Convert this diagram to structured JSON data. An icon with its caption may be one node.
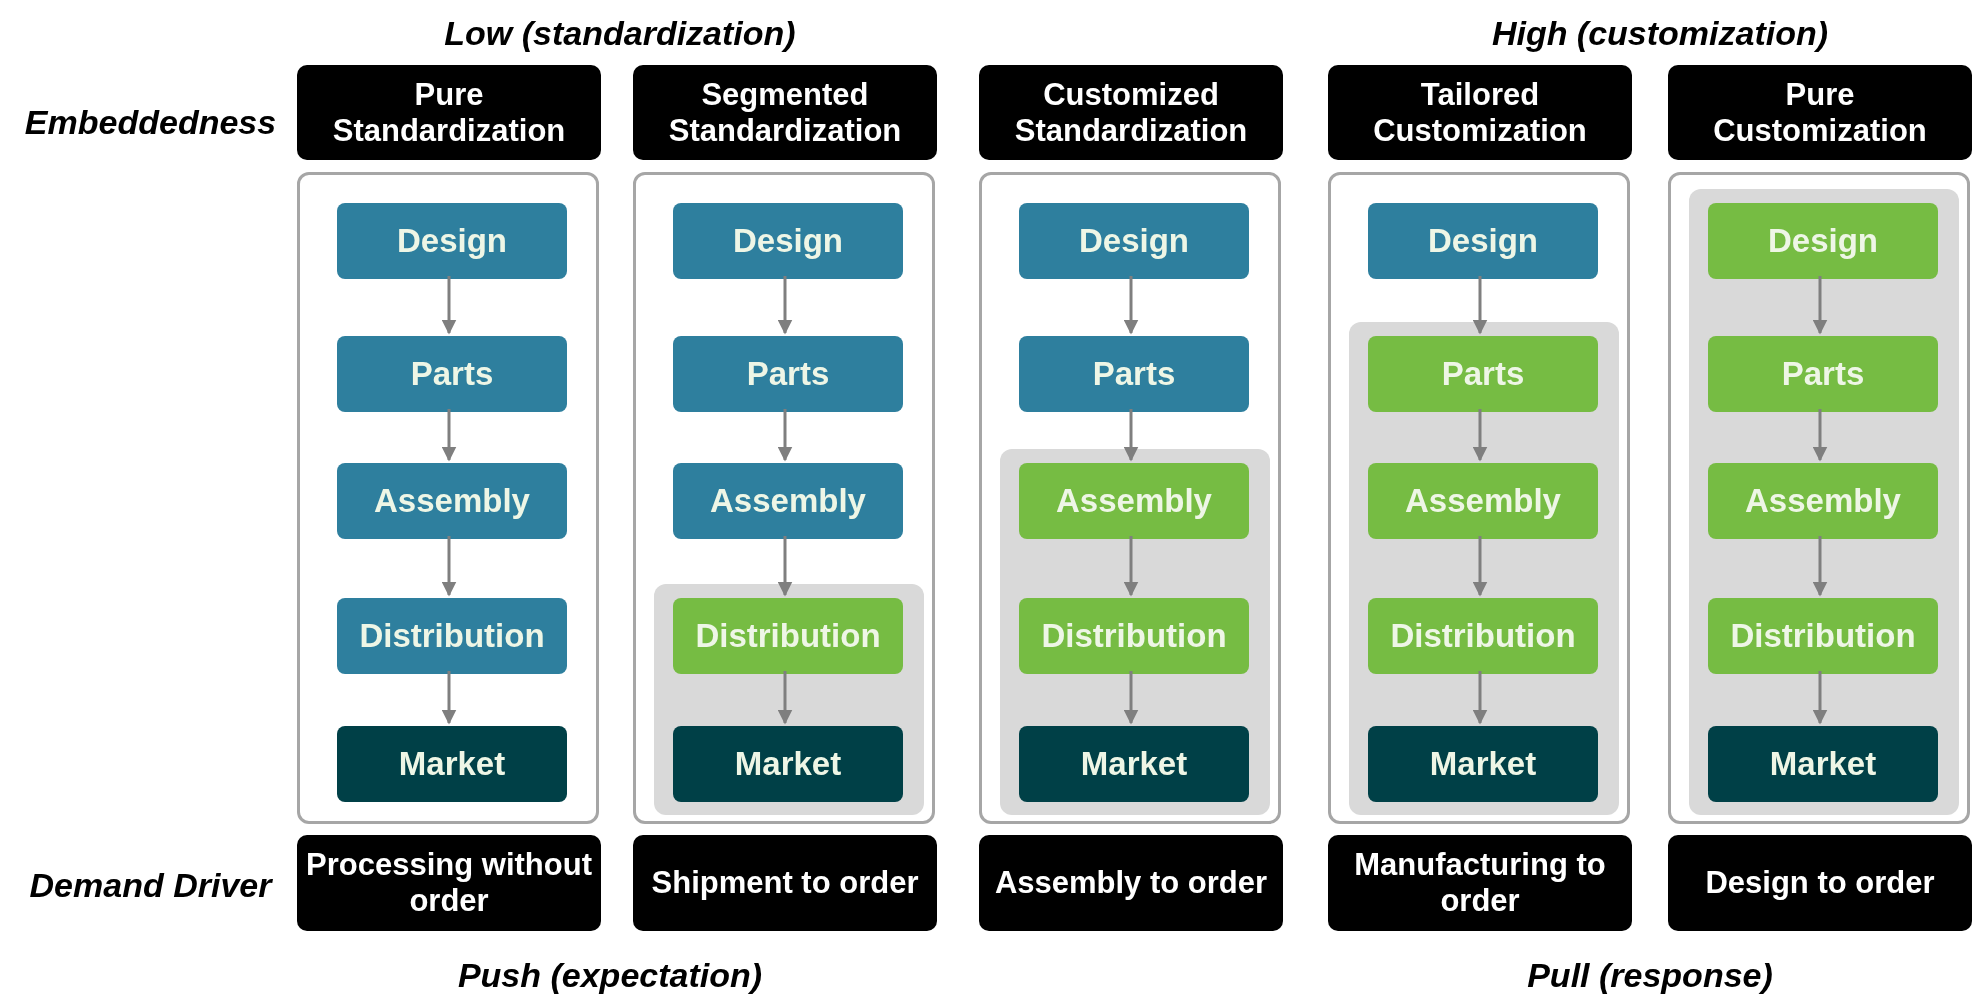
{
  "diagram": {
    "nodes": [
      {
        "text": [
          "Pure Standardization"
        ]
      },
      {
        "text": [],
        "shape": "box"
      },
      {
        "text": [
          "Design"
        ],
        "in": 1
      },
      {
        "text": [
          "Parts"
        ],
        "in": 1
      },
      {
        "text": [
          "Assembly"
        ],
        "in": 1
      },
      {
        "text": [
          "Distribution"
        ],
        "in": 1
      },
      {
        "text": [
          "Market"
        ],
        "in": 1
      },
      {
        "text": [
          "Processing without order"
        ]
      },
      {
        "text": [
          "Segmented Standardization"
        ]
      },
      {
        "text": [],
        "shape": "box"
      },
      {
        "text": [],
        "shape": "box",
        "in": 9
      },
      {
        "text": [
          "Design"
        ],
        "in": 9
      },
      {
        "text": [
          "Parts"
        ],
        "in": 9
      },
      {
        "text": [
          "Assembly"
        ],
        "in": 9
      },
      {
        "text": [
          "Distribution"
        ],
        "in": 10
      },
      {
        "text": [
          "Market"
        ],
        "in": 10
      },
      {
        "text": [
          "Shipment to order"
        ]
      },
      {
        "text": [
          "Customized Standardization"
        ]
      },
      {
        "text": [],
        "shape": "box"
      },
      {
        "text": [],
        "shape": "box",
        "in": 18
      },
      {
        "text": [
          "Design"
        ],
        "in": 18
      },
      {
        "text": [
          "Parts"
        ],
        "in": 18
      },
      {
        "text": [
          "Assembly"
        ],
        "in": 19
      },
      {
        "text": [
          "Distribution"
        ],
        "in": 19
      },
      {
        "text": [
          "Market"
        ],
        "in": 19
      },
      {
        "text": [
          "Assembly to order"
        ]
      },
      {
        "text": [
          "Tailored Customization"
        ]
      },
      {
        "text": [],
        "shape": "box"
      },
      {
        "text": [],
        "shape": "box",
        "in": 27
      },
      {
        "text": [
          "Design"
        ],
        "in": 27
      },
      {
        "text": [
          "Parts"
        ],
        "in": 28
      },
      {
        "text": [
          "Assembly"
        ],
        "in": 28
      },
      {
        "text": [
          "Distribution"
        ],
        "in": 28
      },
      {
        "text": [
          "Market"
        ],
        "in": 28
      },
      {
        "text": [
          "Manufacturing to order"
        ]
      },
      {
        "text": [
          "Pure Customization"
        ]
      },
      {
        "text": [],
        "shape": "box"
      },
      {
        "text": [],
        "shape": "box",
        "in": 36
      },
      {
        "text": [
          "Design"
        ],
        "in": 37
      },
      {
        "text": [
          "Parts"
        ],
        "in": 37
      },
      {
        "text": [
          "Assembly"
        ],
        "in": 37
      },
      {
        "text": [
          "Distribution"
        ],
        "in": 37
      },
      {
        "text": [
          "Market"
        ],
        "in": 37
      },
      {
        "text": [
          "Design to order"
        ]
      }
    ],
    "edges": [
      {
        "from": 2,
        "to": 3,
        "arrow": "to"
      },
      {
        "from": 3,
        "to": 4,
        "arrow": "to"
      },
      {
        "from": 4,
        "to": 5,
        "arrow": "to"
      },
      {
        "from": 5,
        "to": 6,
        "arrow": "to"
      },
      {
        "from": 11,
        "to": 12,
        "arrow": "to"
      },
      {
        "from": 12,
        "to": 13,
        "arrow": "to"
      },
      {
        "from": 13,
        "to": 14,
        "arrow": "to"
      },
      {
        "from": 14,
        "to": 15,
        "arrow": "to"
      },
      {
        "from": 20,
        "to": 21,
        "arrow": "to"
      },
      {
        "from": 21,
        "to": 22,
        "arrow": "to"
      },
      {
        "from": 22,
        "to": 23,
        "arrow": "to"
      },
      {
        "from": 23,
        "to": 24,
        "arrow": "to"
      },
      {
        "from": 29,
        "to": 30,
        "arrow": "to"
      },
      {
        "from": 30,
        "to": 31,
        "arrow": "to"
      },
      {
        "from": 31,
        "to": 32,
        "arrow": "to"
      },
      {
        "from": 32,
        "to": 33,
        "arrow": "to"
      },
      {
        "from": 38,
        "to": 39,
        "arrow": "to"
      },
      {
        "from": 39,
        "to": 40,
        "arrow": "to"
      },
      {
        "from": 40,
        "to": 41,
        "arrow": "to"
      },
      {
        "from": 41,
        "to": 42,
        "arrow": "to"
      }
    ],
    "labels": [
      "Low (standardization)",
      "High (customization)",
      "Embeddedness",
      "Demand Driver",
      "Push (expectation)",
      "Pull (response)"
    ]
  }
}
